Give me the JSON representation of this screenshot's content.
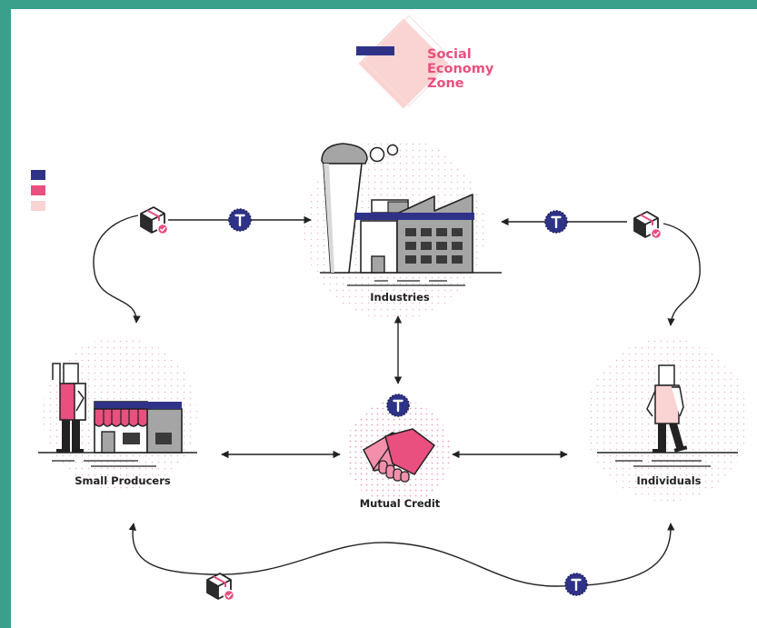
{
  "logo": {
    "line1": "Social",
    "line2": "Economy",
    "line3": "Zone"
  },
  "nodes": {
    "industries": "Industries",
    "small_producers": "Small Producers",
    "mutual_credit": "Mutual Credit",
    "individuals": "Individuals"
  },
  "token_letter": "T",
  "colors": {
    "navy": "#2e3388",
    "pink": "#e94f7f",
    "light_pink": "#fad3d3",
    "gray": "#a5a5a5",
    "frame": "#3aa08c"
  },
  "icons": [
    "box-icon",
    "token-icon",
    "handshake-icon",
    "factory-icon",
    "shop-icon",
    "person-icon"
  ]
}
